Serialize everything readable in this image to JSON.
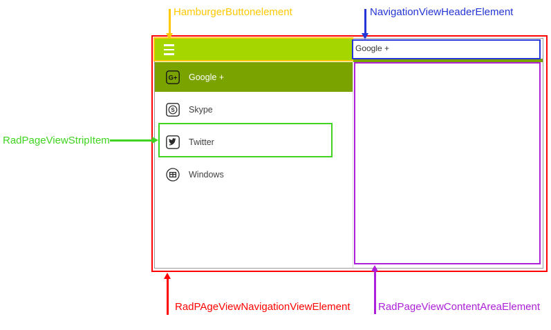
{
  "colors": {
    "gold": "#ffc800",
    "blue": "#2534d4",
    "green": "#3fd41f",
    "red": "#ff0000",
    "purple": "#ad1fd9",
    "lime": "#a6d600",
    "olive": "#7ba300",
    "control_border": "#9a9a9a",
    "divider": "#d9d9d9",
    "item_text": "#3f3f3f",
    "header_text": "#333333"
  },
  "control": {
    "header_text": "Google +",
    "hamburger_icon": "hamburger-icon",
    "items": [
      {
        "label": "Google +",
        "icon": "google-plus-icon",
        "selected": true
      },
      {
        "label": "Skype",
        "icon": "skype-icon",
        "selected": false
      },
      {
        "label": "Twitter",
        "icon": "twitter-icon",
        "selected": false
      },
      {
        "label": "Windows",
        "icon": "windows-icon",
        "selected": false
      }
    ]
  },
  "annotations": {
    "hamburger_button": {
      "label": "HamburgerButtonelement"
    },
    "header": {
      "label": "NavigationViewHeaderElement"
    },
    "strip_item": {
      "label": "RadPageViewStripItem"
    },
    "navigation_view": {
      "label": "RadPAgeViewNavigationViewElement"
    },
    "content_area": {
      "label": "RadPageViewContentAreaElement"
    }
  }
}
